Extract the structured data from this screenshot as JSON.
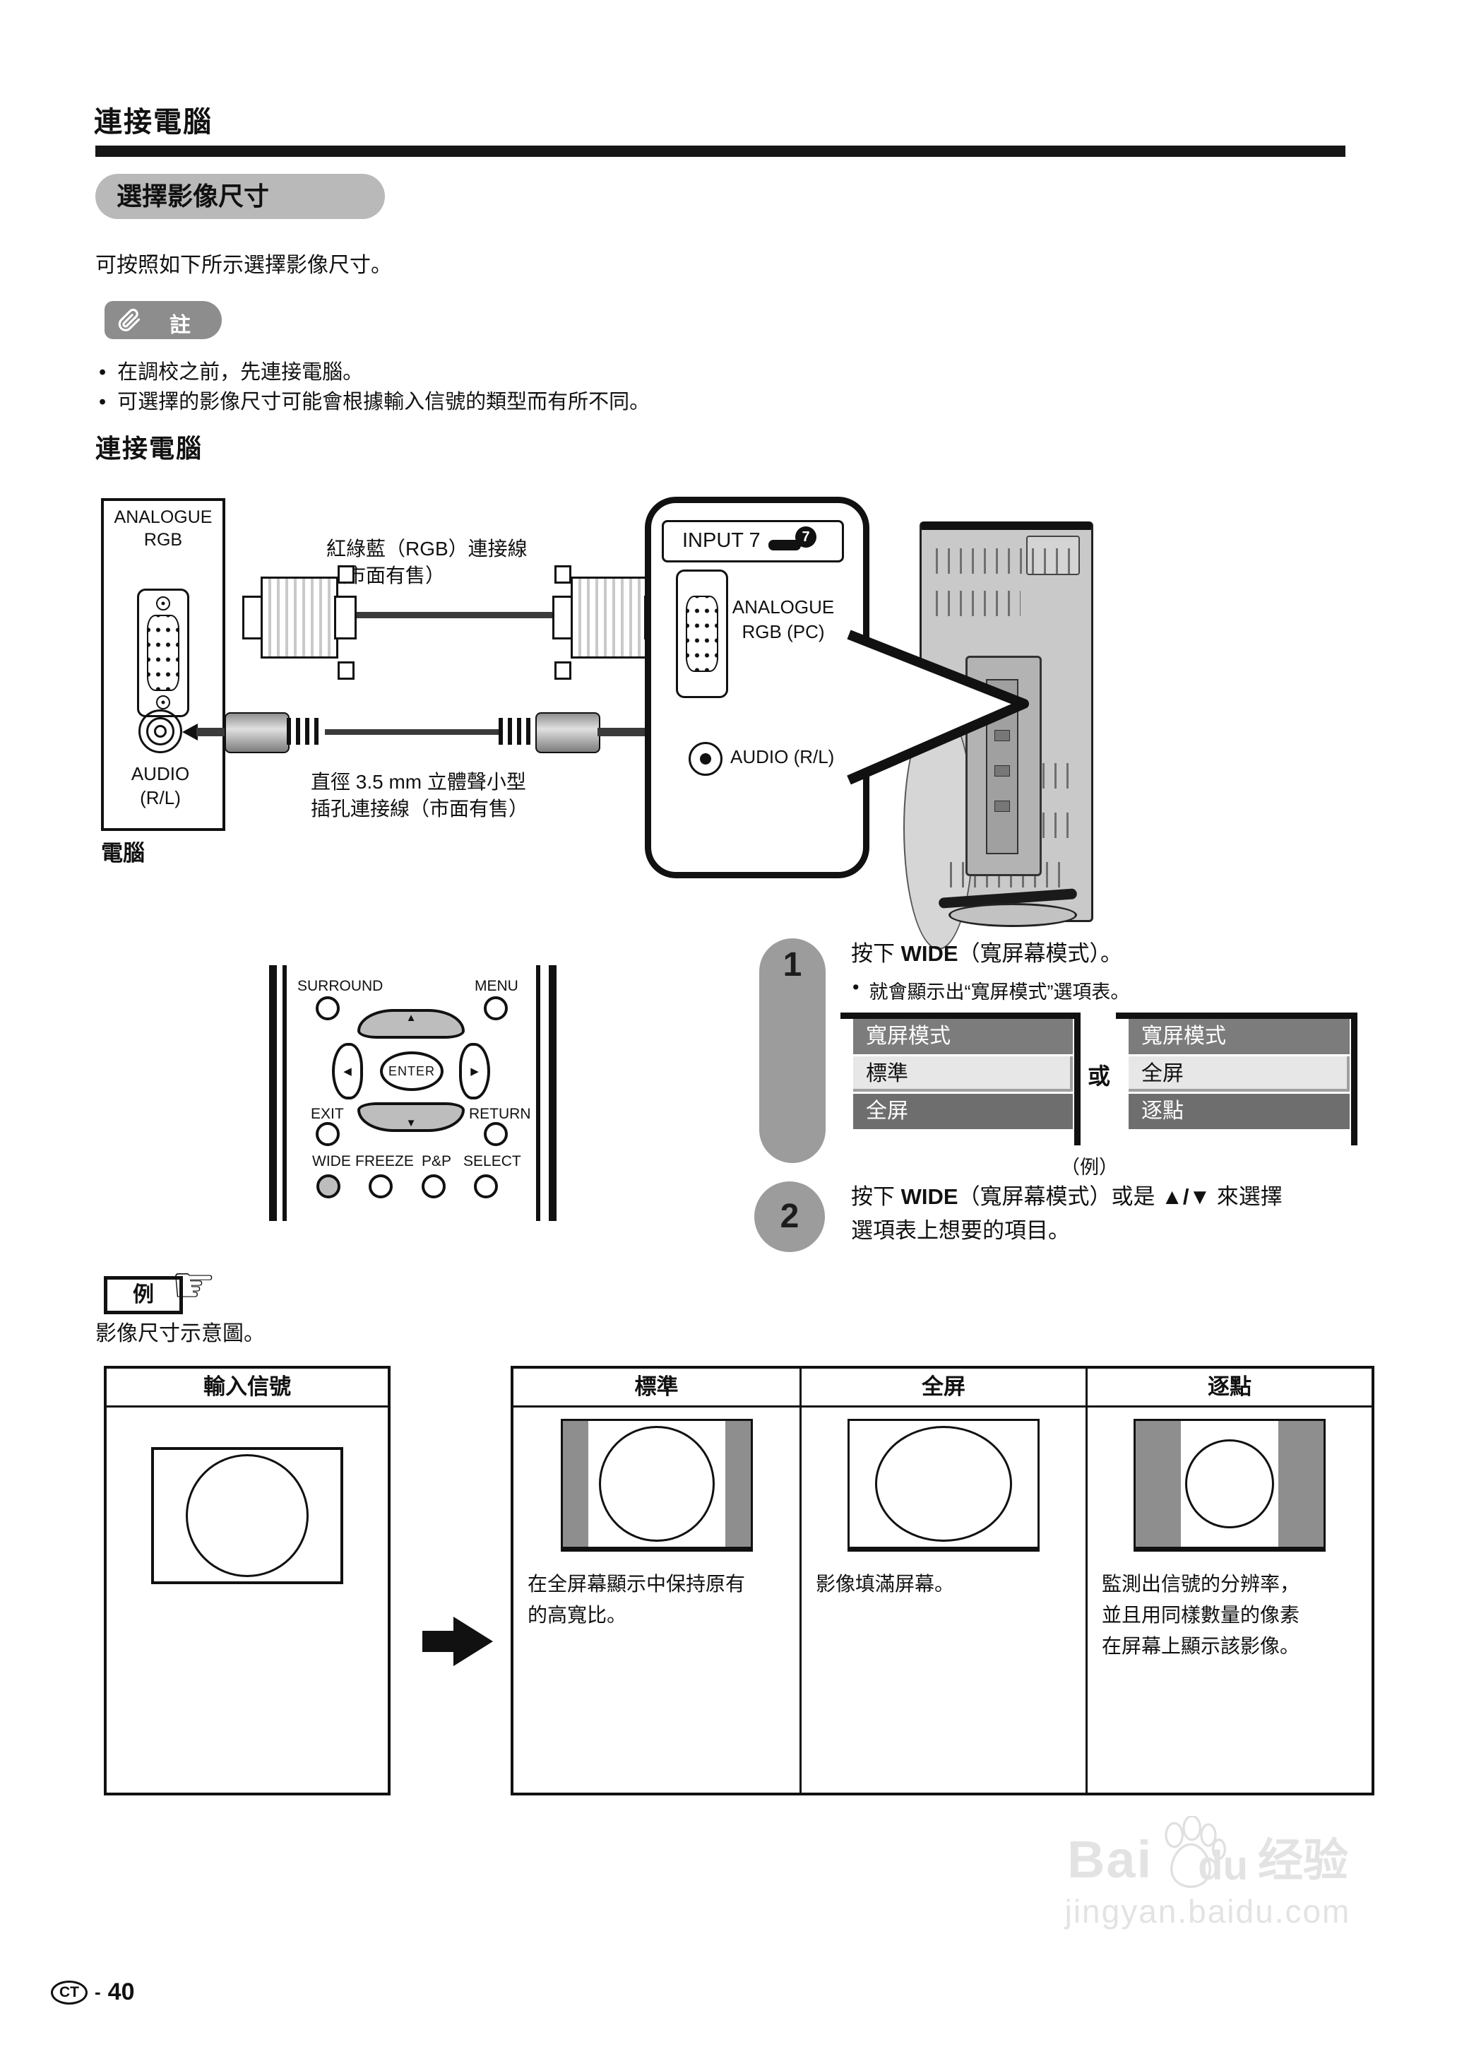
{
  "page": {
    "header_title": "連接電腦",
    "section_title": "選擇影像尺寸",
    "intro": "可按照如下所示選擇影像尺寸。",
    "note_label": "註",
    "bullet_char": "•",
    "notes": [
      "在調校之前，先連接電腦。",
      "可選擇的影像尺寸可能會根據輸入信號的類型而有所不同。"
    ],
    "subsection_title": "連接電腦"
  },
  "diagram": {
    "computer": {
      "port_line1": "ANALOGUE",
      "port_line2": "RGB",
      "audio_line1": "AUDIO",
      "audio_line2": "(R/L)",
      "caption": "電腦"
    },
    "rgb_cable_label_line1": "紅綠藍（RGB）連接線",
    "rgb_cable_label_line2": "（市面有售）",
    "audio_cable_label_line1": "直徑 3.5 mm 立體聲小型",
    "audio_cable_label_line2": "插孔連接線（市面有售）",
    "input_panel": {
      "header": "INPUT 7",
      "input_number": "7",
      "rgb_line1": "ANALOGUE",
      "rgb_line2": "RGB (PC)",
      "audio_label": "AUDIO (R/L)"
    }
  },
  "remote": {
    "surround": "SURROUND",
    "menu": "MENU",
    "enter": "ENTER",
    "exit": "EXIT",
    "return": "RETURN",
    "wide": "WIDE",
    "freeze": "FREEZE",
    "pp": "P&P",
    "select": "SELECT",
    "up": "▲",
    "down": "▼",
    "left": "◀",
    "right": "▶"
  },
  "steps": {
    "step1": {
      "number": "1",
      "pre": "按下 ",
      "key": "WIDE",
      "post": "（寬屏幕模式）。",
      "bullet_char": "•",
      "bullet": "就會顯示出“寬屏模式”選項表。"
    },
    "step2": {
      "number": "2",
      "pre": "按下 ",
      "key": "WIDE",
      "mid": "（寬屏幕模式）或是 ",
      "arrows": "▲/▼",
      "tail": " 來選擇",
      "line2": "選項表上想要的項目。"
    }
  },
  "osd": {
    "left": {
      "header": "寬屏模式",
      "item1": "標準",
      "item2": "全屏"
    },
    "or_label": "或",
    "right": {
      "header": "寬屏模式",
      "item1": "全屏",
      "item2": "逐點"
    },
    "example_caption": "（例）"
  },
  "example": {
    "box_label": "例",
    "hand_icon": "☞",
    "caption": "影像尺寸示意圖。"
  },
  "size_table": {
    "input_header": "輸入信號",
    "col1": {
      "header": "標準",
      "desc1": "在全屏幕顯示中保持原有",
      "desc2": "的高寬比。"
    },
    "col2": {
      "header": "全屏",
      "desc1": "影像填滿屏幕。"
    },
    "col3": {
      "header": "逐點",
      "desc1": "監測出信號的分辨率，",
      "desc2": "並且用同樣數量的像素",
      "desc3": "在屏幕上顯示該影像。"
    }
  },
  "watermark": {
    "brand_pre": "Bai",
    "brand_post": "du",
    "brand_cn": "经验",
    "url": "jingyan.baidu.com"
  },
  "footer": {
    "page_code": "CT",
    "separator": "-",
    "page_number": "40"
  },
  "colors": {
    "accent_gray_pill": "#b9b9b9",
    "note_badge": "#8d8d8d",
    "osd_header": "#7c7c7c",
    "osd_selected": "#e7e7e7",
    "osd_item": "#6e6e6e",
    "step_capsule": "#9c9c9c",
    "pillarbox_bar": "#8e8e8e",
    "watermark": "#e3e3e3"
  }
}
